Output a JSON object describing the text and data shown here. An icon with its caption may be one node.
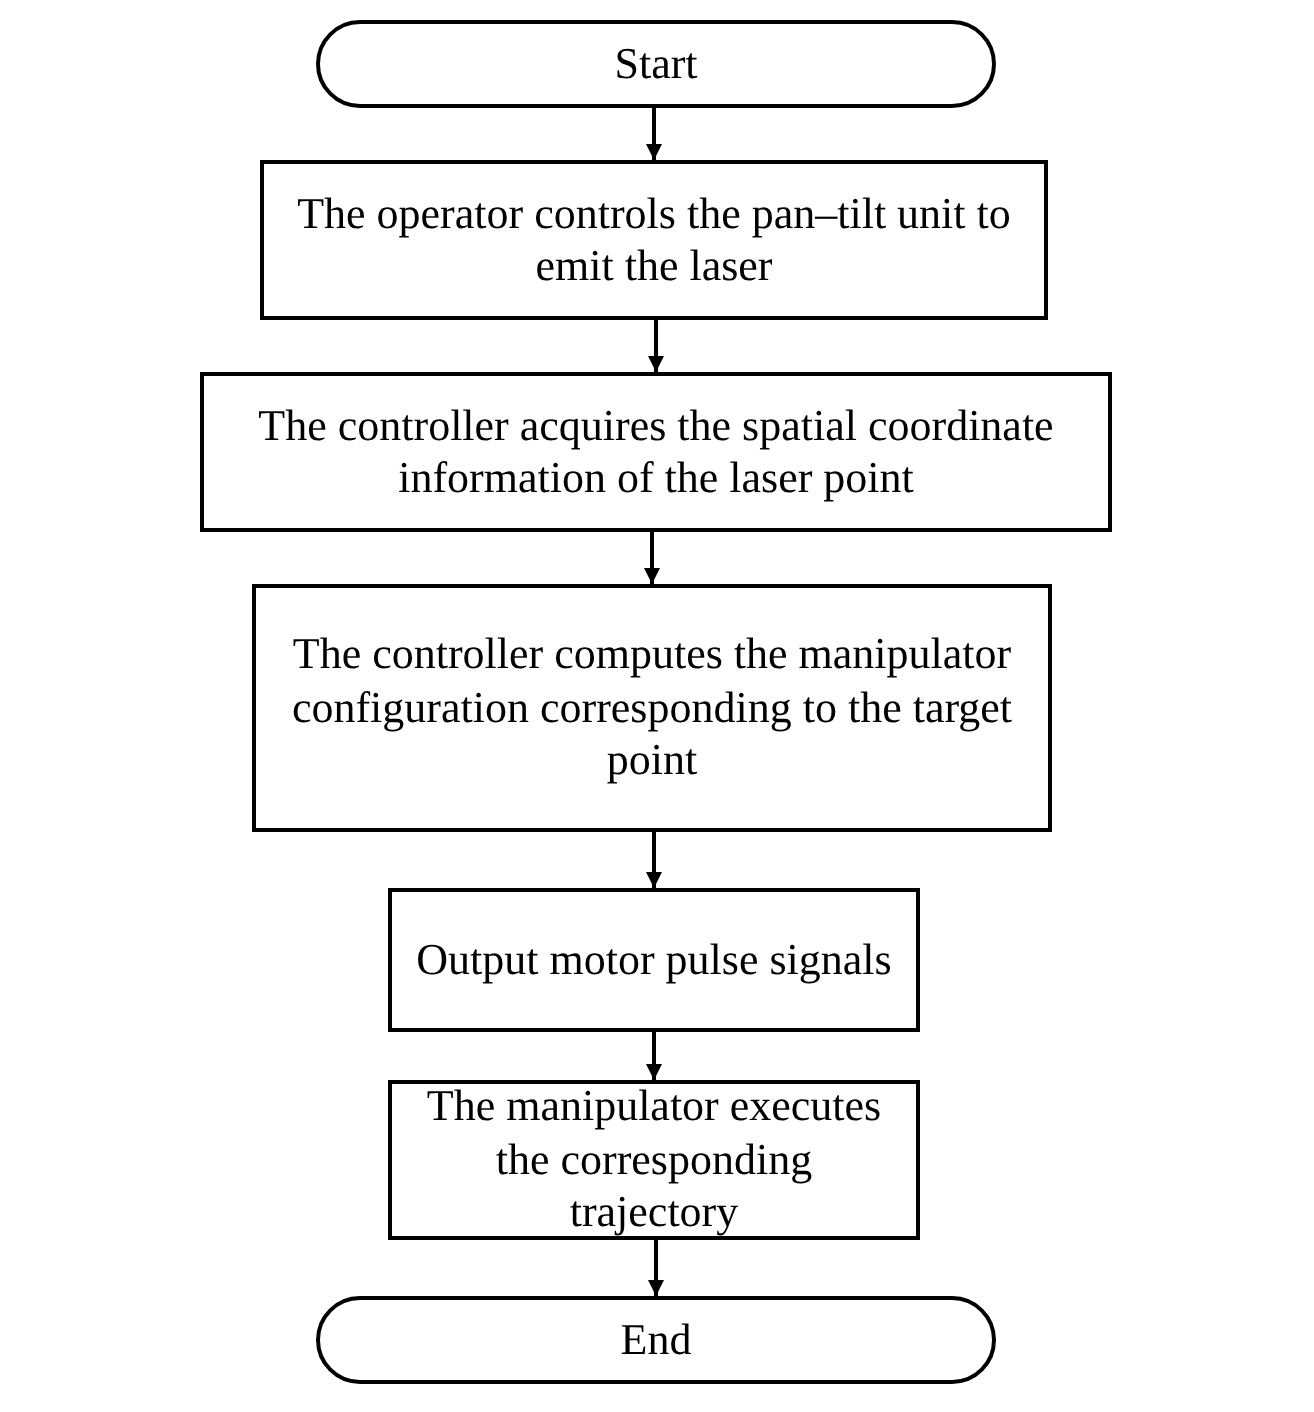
{
  "diagram": {
    "nodes": [
      {
        "text": [
          "Start"
        ]
      },
      {
        "text": [
          "The operator controls the pan–tilt unit to emit the laser"
        ]
      },
      {
        "text": [
          "The controller acquires the spatial coordinate information of the laser point"
        ]
      },
      {
        "text": [
          "The controller computes the manipulator configuration corresponding to the target point"
        ]
      },
      {
        "text": [
          "Output motor pulse signals"
        ]
      },
      {
        "text": [
          "The manipulator executes the corresponding trajectory"
        ]
      },
      {
        "text": [
          "End"
        ]
      }
    ],
    "edges": [
      {
        "from": 0,
        "to": 1,
        "arrow": "to"
      },
      {
        "from": 1,
        "to": 2,
        "arrow": "to"
      },
      {
        "from": 2,
        "to": 3,
        "arrow": "to"
      },
      {
        "from": 3,
        "to": 4,
        "arrow": "to"
      },
      {
        "from": 4,
        "to": 5,
        "arrow": "to"
      },
      {
        "from": 5,
        "to": 6,
        "arrow": "to"
      }
    ]
  }
}
